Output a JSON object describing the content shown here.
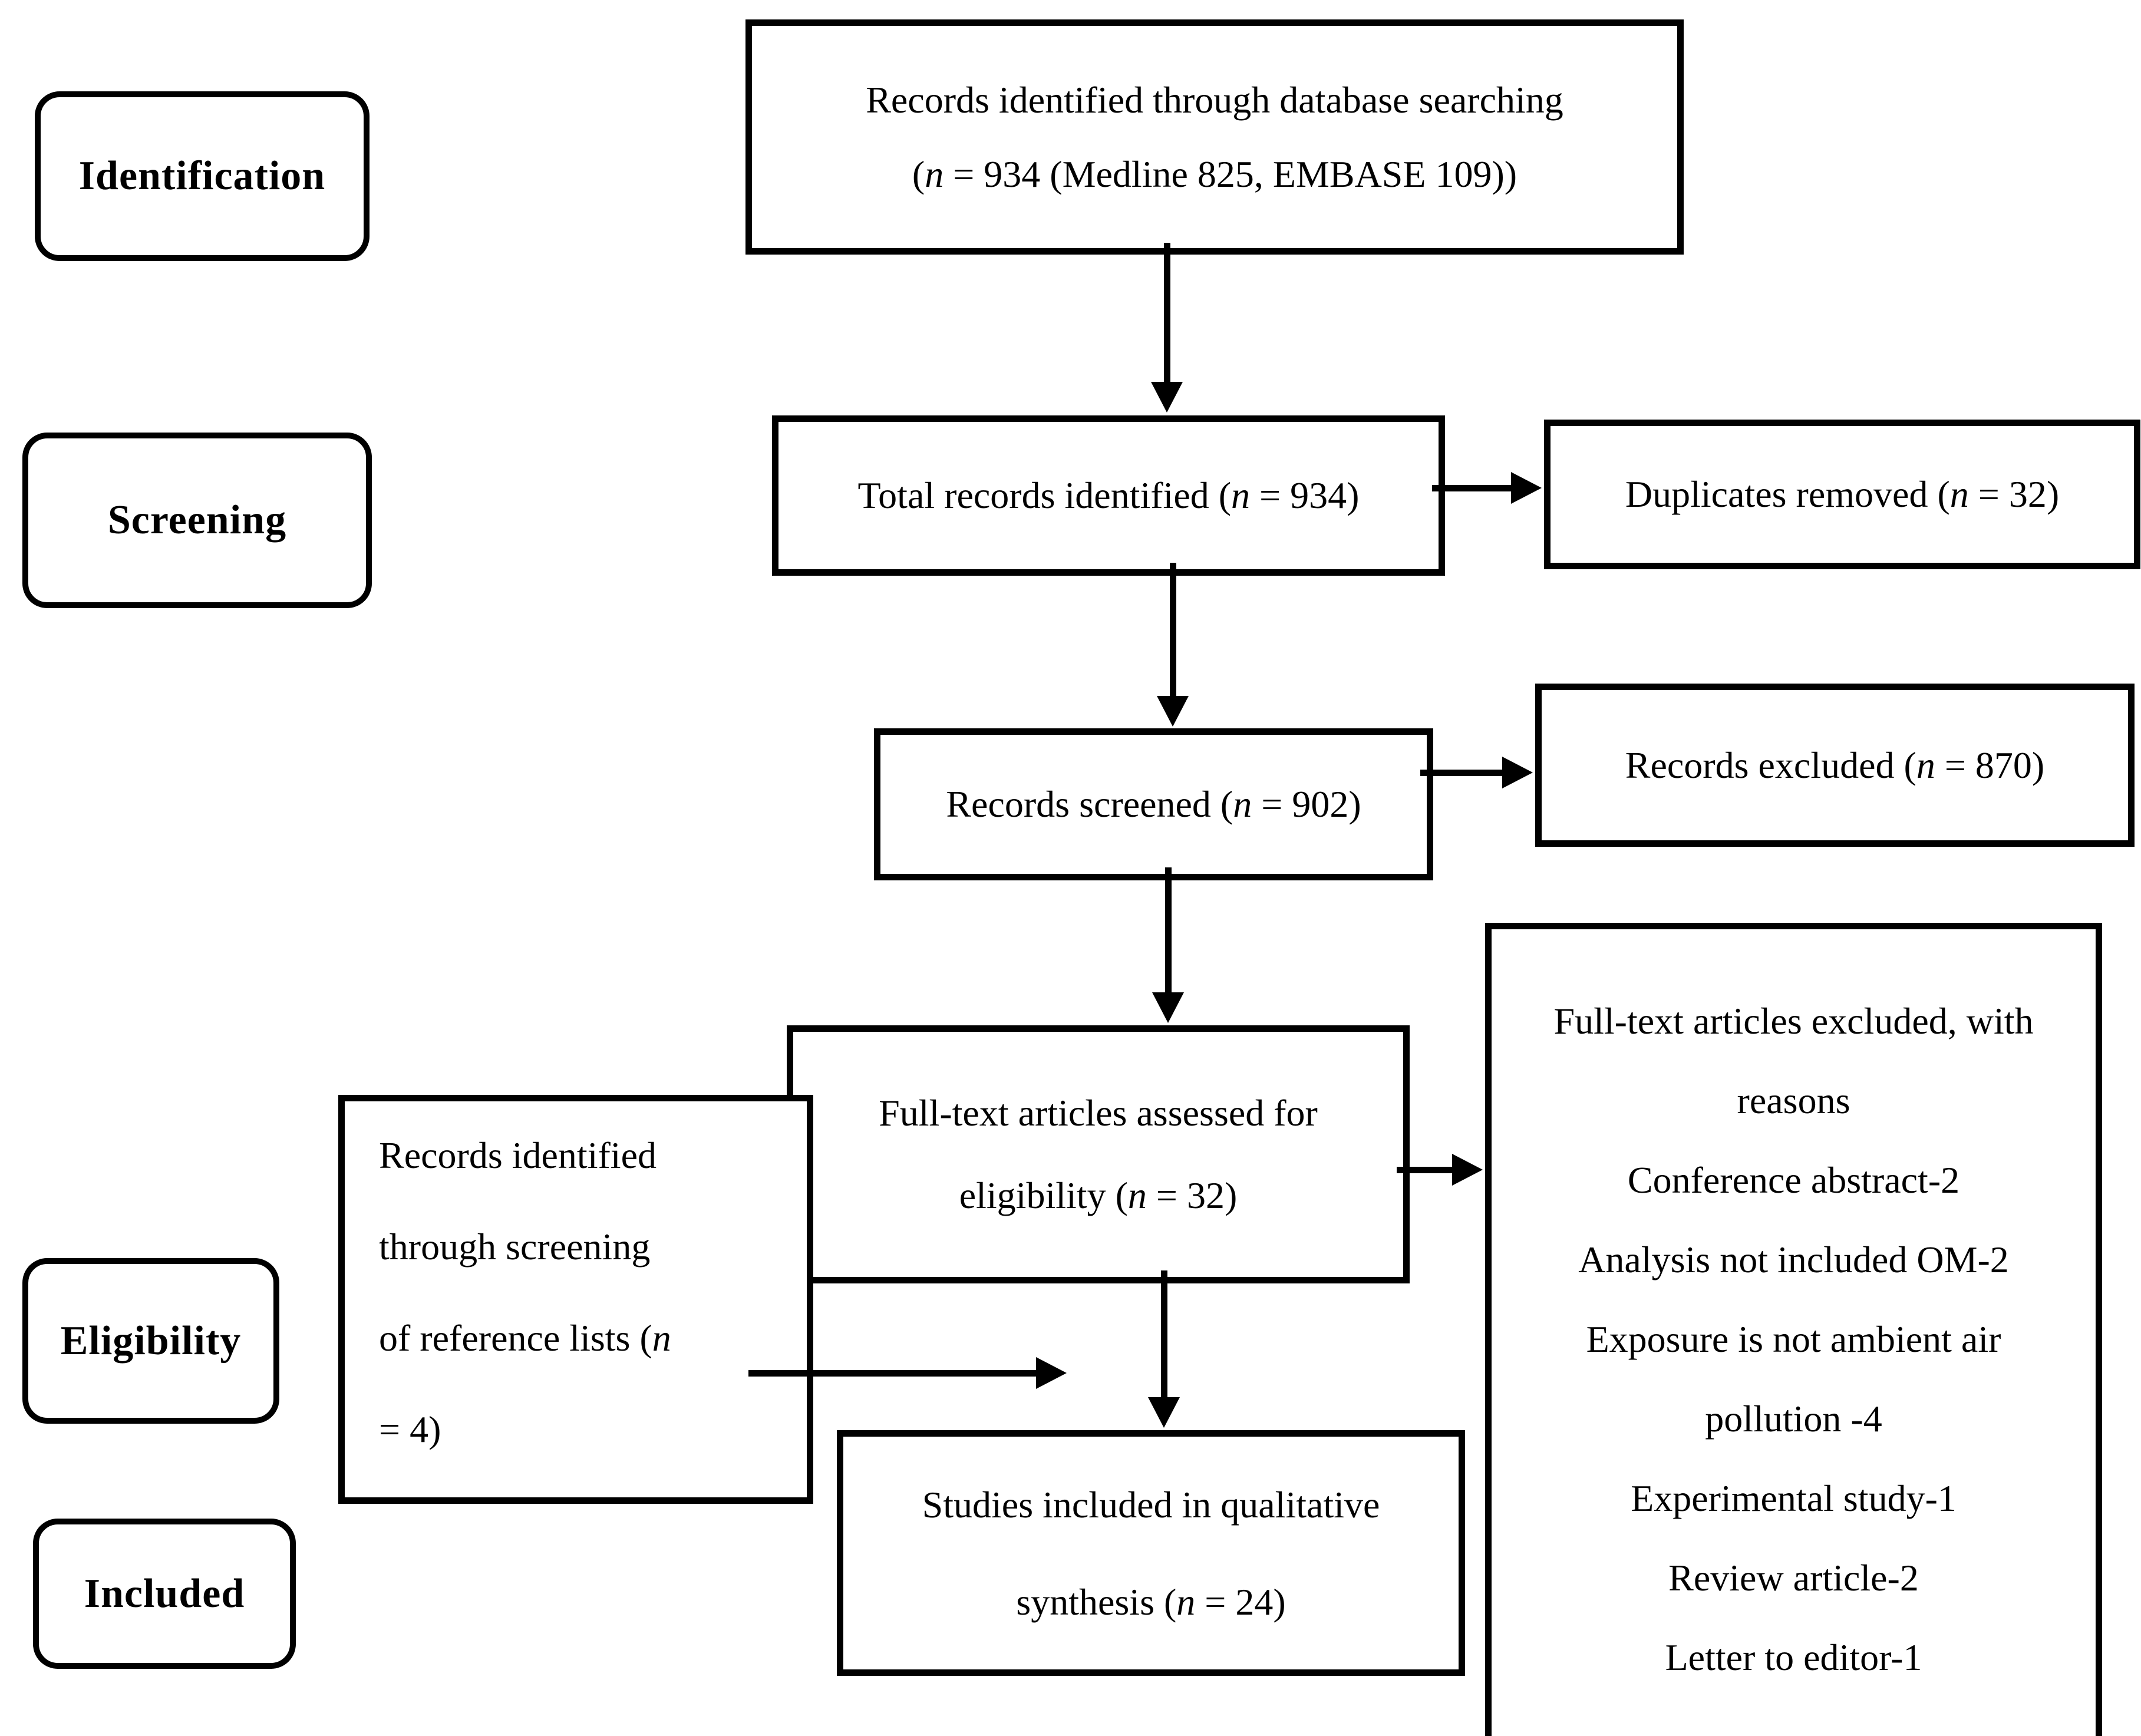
{
  "figure": {
    "stages": [
      {
        "label": "Identification"
      },
      {
        "label": "Screening"
      },
      {
        "label": "Eligibility"
      },
      {
        "label": "Included"
      }
    ],
    "boxes": {
      "database": {
        "lines": [
          "Records identified through database searching",
          "(n = 934 (Medline 825, EMBASE 109))"
        ]
      },
      "total": {
        "lines": [
          "Total records identified (n = 934)"
        ]
      },
      "duplicates": {
        "lines": [
          "Duplicates removed (n = 32)"
        ]
      },
      "screened": {
        "lines": [
          "Records screened (n = 902)"
        ]
      },
      "excluded": {
        "lines": [
          "Records excluded (n = 870)"
        ]
      },
      "fulltext": {
        "lines": [
          "Full-text articles assessed for",
          "eligibility (n = 32)"
        ]
      },
      "reasons": {
        "lines": [
          "Full-text articles excluded, with",
          "reasons",
          "Conference abstract-2",
          "Analysis not included OM-2",
          "Exposure is not ambient air",
          "pollution -4",
          "Experimental study-1",
          "Review article-2",
          "Letter to editor-1"
        ]
      },
      "references": {
        "lines": [
          "Records identified",
          "through screening",
          "of reference lists (n",
          "= 4)"
        ]
      },
      "studies": {
        "lines": [
          "Studies included in qualitative",
          "synthesis (n = 24)"
        ]
      }
    },
    "colors": {
      "ink": "#000000",
      "paper": "#ffffff"
    }
  }
}
